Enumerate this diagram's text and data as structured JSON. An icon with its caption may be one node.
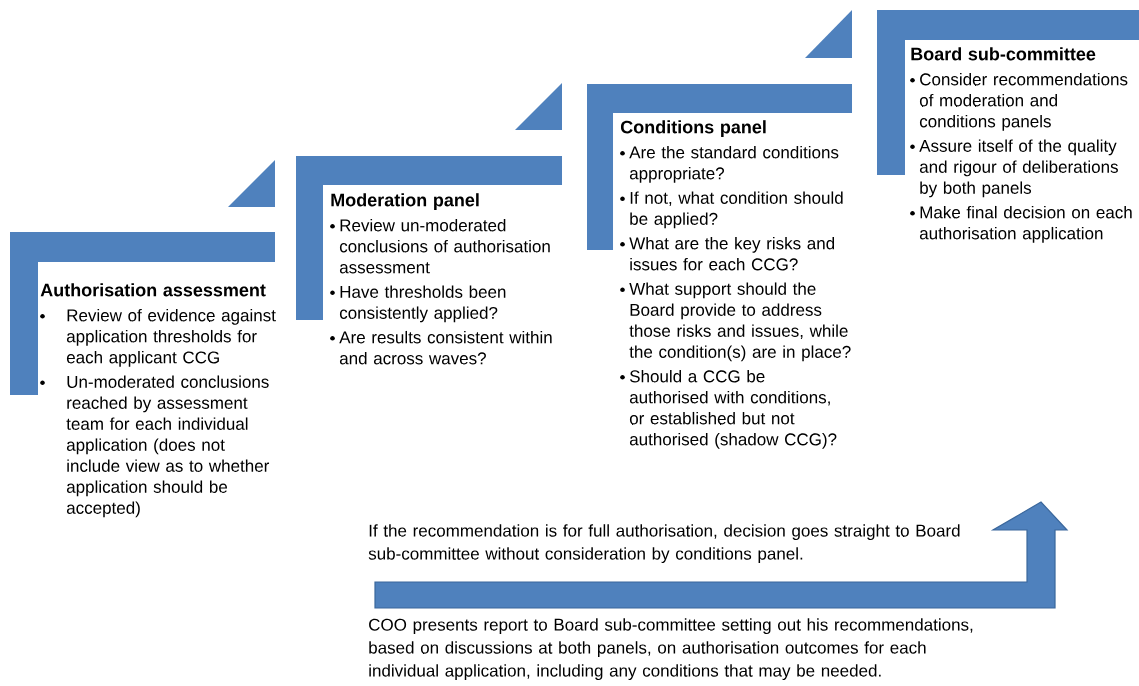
{
  "diagram": {
    "nodes": [
      {
        "text": [
          "Authorisation assessment",
          "Review of evidence against application thresholds for each applicant CCG",
          "Un-moderated conclusions reached by assessment team for each individual application (does not include view as to whether application should be accepted)"
        ]
      },
      {
        "text": [
          "Moderation panel",
          "Review un-moderated conclusions of authorisation assessment",
          "Have thresholds been consistently applied?",
          "Are results consistent within and across waves?"
        ]
      },
      {
        "text": [
          "Conditions panel",
          "Are the standard conditions appropriate?",
          "If not, what condition should be applied?",
          "What are the key risks and issues for each CCG?",
          "What support should the Board provide to address those risks and issues, while the condition(s) are in place?",
          "Should a CCG be authorised with conditions, or established but not authorised (shadow CCG)?"
        ]
      },
      {
        "text": [
          "Board sub-committee",
          "Consider recommendations of moderation and conditions panels",
          "Assure itself of the quality and rigour of deliberations by both panels",
          "Make final decision on each authorisation application"
        ]
      }
    ],
    "labels": [
      "If the recommendation is for full authorisation, decision goes straight to Board sub-committee without consideration by conditions panel.",
      "COO presents report to Board sub-committee setting out his recommendations, based on discussions at both panels, on authorisation outcomes for each individual application, including any conditions that may be needed."
    ]
  }
}
